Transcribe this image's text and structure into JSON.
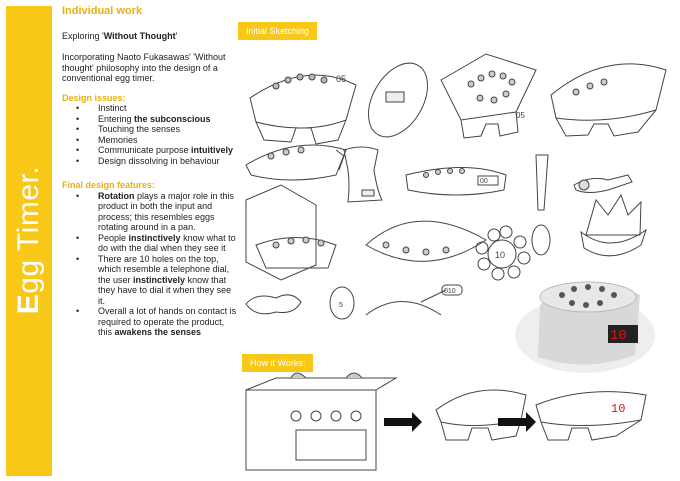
{
  "sidebar": {
    "title_first": "E",
    "title_rest": "gg Timer."
  },
  "left": {
    "heading": "Individual work",
    "exploring_prefix": "Exploring '",
    "exploring_bold": "Without Thought",
    "exploring_suffix": "'",
    "intro": "Incorporating Naoto Fukasawas' 'Without thought' philosophy into the design of a conventional egg timer.",
    "design_issues_title": "Design issues:",
    "design_issues": [
      {
        "plain": "Instinct",
        "bold": ""
      },
      {
        "plain": "Entering ",
        "bold": "the subconscious"
      },
      {
        "plain": "Touching the senses",
        "bold": ""
      },
      {
        "plain": "Memories",
        "bold": ""
      },
      {
        "plain": "Communicate purpose ",
        "bold": "intuitively"
      },
      {
        "plain": "Design dissolving in behaviour",
        "bold": ""
      }
    ],
    "features_title": "Final design features:",
    "features": [
      {
        "a": "",
        "b": "Rotation",
        "c": " plays a major role in this product in both the input and process; this resembles eggs rotating around in a pan."
      },
      {
        "a": "People ",
        "b": "instinctively",
        "c": " know what to do with the dial when they see it"
      },
      {
        "a": "There are 10 holes on the top, which resemble a telephone dial, the user ",
        "b": "instinctively",
        "c": " know that they have to dial it when they see it."
      },
      {
        "a": "Overall a lot of hands on contact is required to operate the product, this ",
        "b": "awakens the senses",
        "c": ""
      }
    ]
  },
  "tabs": {
    "sketching": "Initial Sketching",
    "how": "How it Works:"
  },
  "sketch_text": {
    "display_small": "00",
    "dial_num": "10",
    "render_display": "10",
    "how_display": "10",
    "egg_num": "5",
    "spoon": "010",
    "label_05a": "05",
    "label_05b": "05"
  },
  "colors": {
    "accent": "#f7c817",
    "display_red": "#e01010"
  }
}
